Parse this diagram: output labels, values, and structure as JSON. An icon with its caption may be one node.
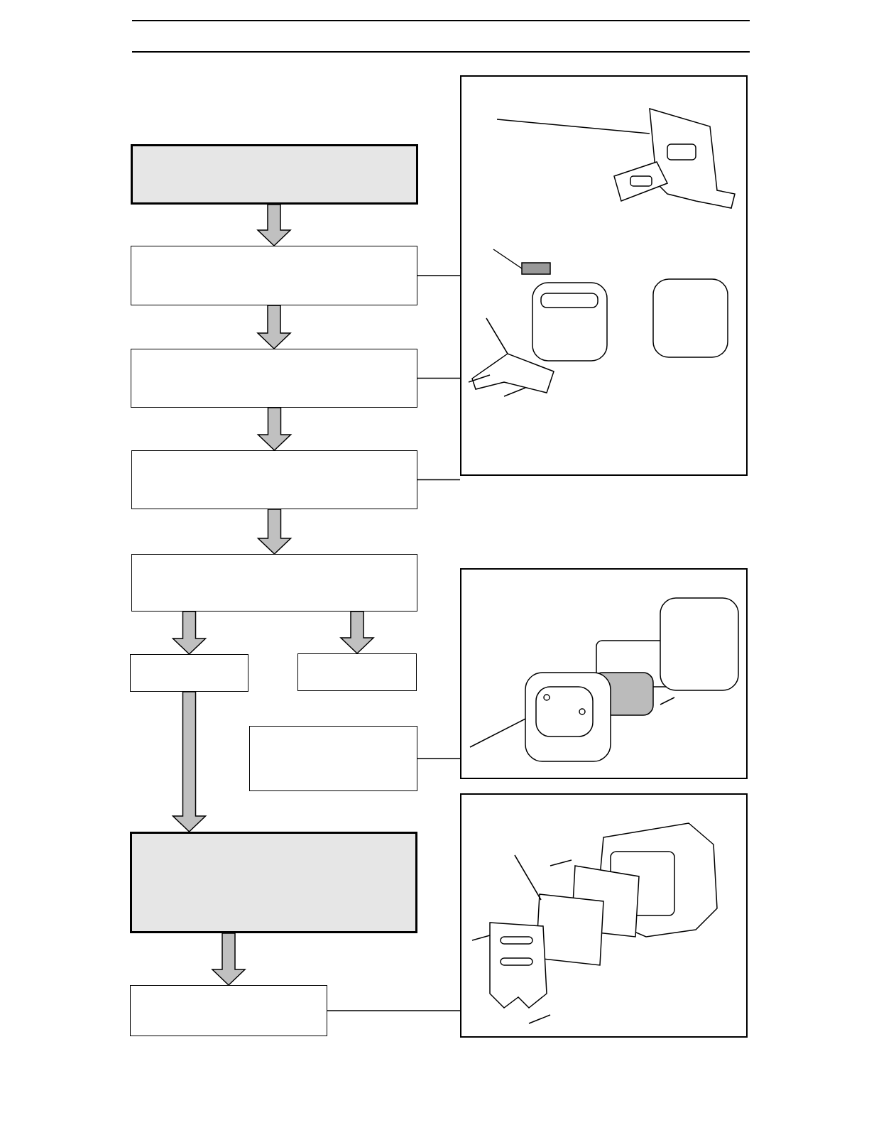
{
  "diagram": {
    "nodes": [
      {
        "text": [],
        "shape": "box"
      },
      {
        "text": [],
        "shape": "box"
      },
      {
        "text": [],
        "shape": "box"
      },
      {
        "text": [],
        "shape": "box"
      },
      {
        "text": [],
        "shape": "box"
      },
      {
        "text": [],
        "shape": "box"
      },
      {
        "text": [],
        "shape": "box"
      },
      {
        "text": [],
        "shape": "box"
      },
      {
        "text": [],
        "shape": "box"
      },
      {
        "text": [],
        "shape": "box"
      },
      {
        "text": [],
        "shape": "picture"
      },
      {
        "text": [],
        "shape": "picture"
      },
      {
        "text": [],
        "shape": "picture"
      }
    ],
    "edges": [
      {
        "from": 0,
        "to": 1,
        "arrow": "to",
        "style": "thick"
      },
      {
        "from": 1,
        "to": 2,
        "arrow": "to",
        "style": "thick"
      },
      {
        "from": 2,
        "to": 3,
        "arrow": "to",
        "style": "thick"
      },
      {
        "from": 3,
        "to": 4,
        "arrow": "to",
        "style": "thick"
      },
      {
        "from": 4,
        "to": 5,
        "arrow": "to",
        "style": "thick"
      },
      {
        "from": 4,
        "to": 6,
        "arrow": "to",
        "style": "thick"
      },
      {
        "from": 5,
        "to": 8,
        "arrow": "to",
        "style": "thick"
      },
      {
        "from": 8,
        "to": 9,
        "arrow": "to",
        "style": "thick"
      },
      {
        "from": 1,
        "to": 10,
        "arrow": "none"
      },
      {
        "from": 2,
        "to": 10,
        "arrow": "none"
      },
      {
        "from": 3,
        "to": 10,
        "arrow": "none"
      },
      {
        "from": 7,
        "to": 11,
        "arrow": "none"
      },
      {
        "from": 9,
        "to": 12,
        "arrow": "none"
      }
    ]
  }
}
